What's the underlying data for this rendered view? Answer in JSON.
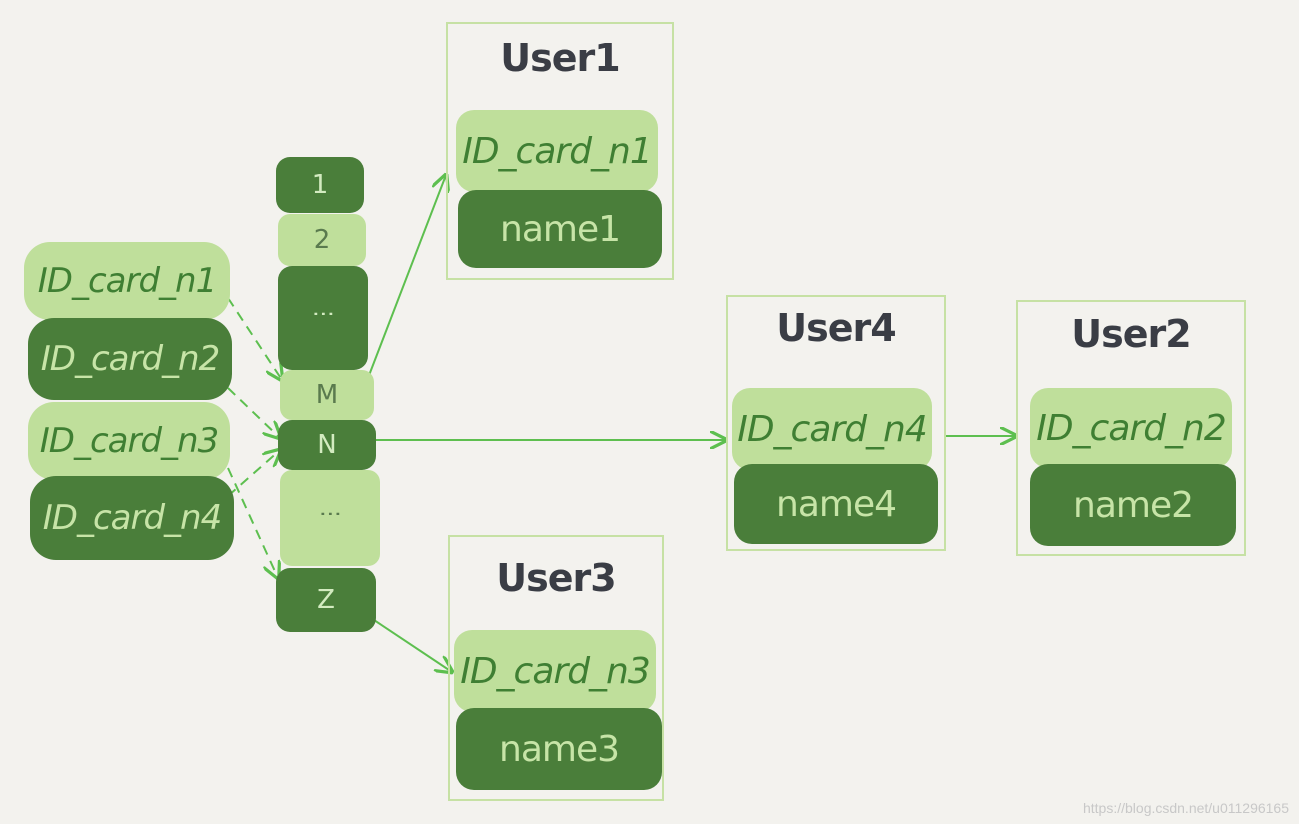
{
  "colors": {
    "background": "#f3f2ee",
    "light_green": "#bfdf9b",
    "dark_green": "#4a7e3a",
    "arrow": "#5dbf4f",
    "box_border": "#c6e1a4"
  },
  "left_keys": [
    "ID_card_n1",
    "ID_card_n2",
    "ID_card_n3",
    "ID_card_n4"
  ],
  "hash_slots": [
    "1",
    "2",
    "⋮",
    "M",
    "N",
    "⋮",
    "Z"
  ],
  "users": {
    "user1": {
      "title": "User1",
      "key": "ID_card_n1",
      "name": "name1"
    },
    "user4": {
      "title": "User4",
      "key": "ID_card_n4",
      "name": "name4"
    },
    "user2": {
      "title": "User2",
      "key": "ID_card_n2",
      "name": "name2"
    },
    "user3": {
      "title": "User3",
      "key": "ID_card_n3",
      "name": "name3"
    }
  },
  "watermark": "https://blog.csdn.net/u011296165"
}
